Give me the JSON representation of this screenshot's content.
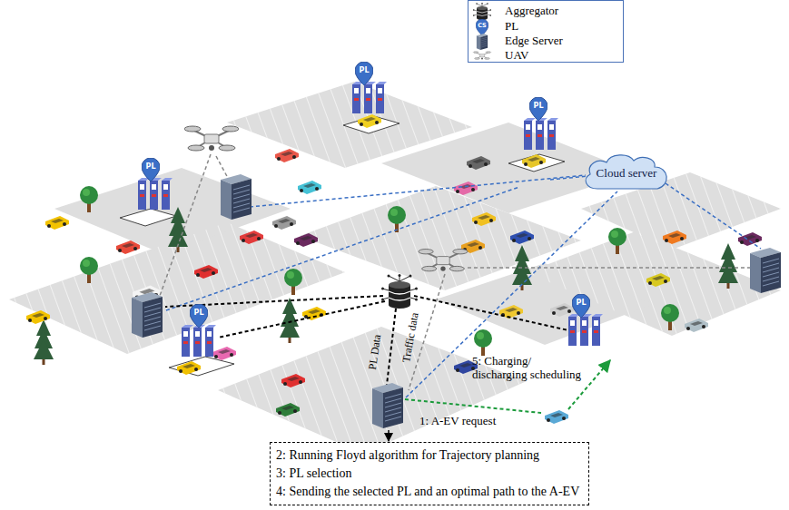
{
  "diagram": {
    "nodes": [
      {
        "text": [
          "Cloud server"
        ]
      },
      {
        "text": [
          "2: Running Floyd algorithm for Trajectory planning",
          "3: PL selection",
          "4: Sending the selected PL and an optimal path to the A-EV"
        ]
      }
    ],
    "labels": [
      "CS",
      "PL",
      "PL",
      "PL",
      "PL",
      "PL",
      "PL Data",
      "Traffic data",
      "5: Charging/ discharging scheduling",
      "1: A-EV request"
    ],
    "legend": [
      {
        "text": "Aggregator"
      },
      {
        "text": "PL"
      },
      {
        "text": "Edge Server"
      },
      {
        "text": "UAV"
      }
    ]
  }
}
